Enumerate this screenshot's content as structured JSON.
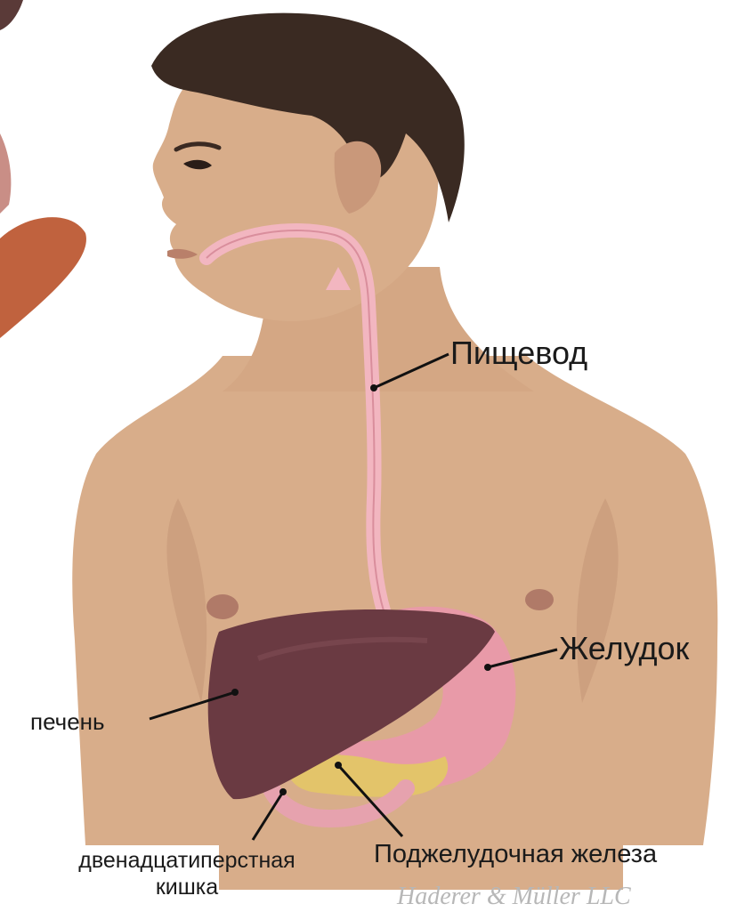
{
  "labels": {
    "esophagus": "Пищевод",
    "stomach": "Желудок",
    "liver": "печень",
    "pancreas": "Поджелудочная железа",
    "duodenum_line1": "двенадцатиперстная",
    "duodenum_line2": "кишка"
  },
  "watermark": "Haderer & Müller LLC",
  "colors": {
    "skin": "#d8ad8a",
    "skin_shadow": "#c49677",
    "hair": "#3a2a22",
    "liver": "#6a3a42",
    "stomach": "#e89aa8",
    "esophagus": "#f2b6c0",
    "pancreas": "#e3c46a",
    "leader_line": "#111111"
  }
}
